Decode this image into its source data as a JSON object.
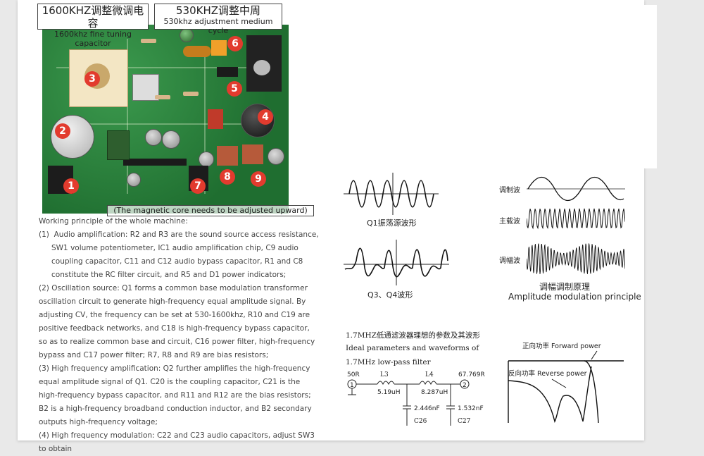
{
  "callouts": {
    "c1_zh": "1600KHZ调整微调电容",
    "c1_en": "1600khz fine tuning capacitor",
    "c2_zh": "530KHZ调整中周",
    "c2_en": "530khz adjustment medium cycle",
    "note": "(The magnetic core needs to be adjusted upward)"
  },
  "markers": [
    "1",
    "2",
    "3",
    "4",
    "5",
    "6",
    "7",
    "8",
    "9"
  ],
  "text": {
    "heading": "Working principle of the whole machine:",
    "p1_num": "(1)",
    "p1": "Audio amplification: R2 and R3 are the sound source access resistance, SW1 volume potentiometer, IC1 audio amplification chip, C9 audio coupling capacitor, C11 and C12 audio bypass capacitor, R1 and C8 constitute the RC filter circuit, and R5 and D1 power indicators;",
    "p2": "(2) Oscillation source: Q1 forms a common base modulation transformer oscillation circuit to generate high-frequency equal amplitude signal. By adjusting CV, the frequency can be set at 530-1600khz, R10 and C19 are positive feedback networks, and C18 is high-frequency bypass capacitor, so as to realize common base and circuit, C16 power filter, high-frequency bypass and C17 power filter; R7, R8 and R9 are bias resistors;",
    "p3": "(3) High frequency amplification: Q2 further amplifies the high-frequency equal amplitude signal of Q1. C20 is the coupling capacitor, C21 is the high-frequency bypass capacitor, and R11 and R12 are the bias resistors; B2 is a high-frequency broadband conduction inductor, and B2 secondary outputs high-frequency voltage;",
    "p4": "(4) High frequency modulation: C22 and C23 audio capacitors, adjust SW3 to obtain"
  },
  "waves": {
    "q1": "Q1振荡源波形",
    "q34": "Q3、Q4波形",
    "mod_wave": "调制波",
    "carrier": "主载波",
    "am_wave": "调幅波",
    "am_zh": "调幅调制原理",
    "am_en": "Amplitude modulation principle"
  },
  "filter": {
    "title_zh": "1.7MHZ低通滤波器理想的参数及其波形",
    "title_en1": "Ideal parameters and waveforms of",
    "title_en2": "1.7MHz low-pass filter",
    "r_in": "50R",
    "r_out": "67.769R",
    "l3": "L3",
    "l3_val": "5.19uH",
    "l4": "L4",
    "l4_val": "8.287uH",
    "c26_val": "2.446nF",
    "c26": "C26",
    "c27_val": "1.532nF",
    "c27": "C27",
    "port1": "1",
    "port2": "2"
  },
  "response": {
    "forward": "正向功率  Forward power",
    "reverse": "反向功率  Reverse power"
  }
}
